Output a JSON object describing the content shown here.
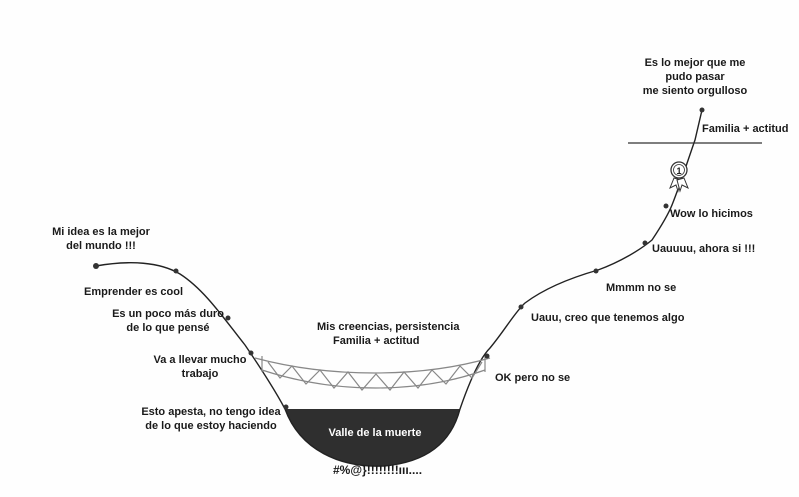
{
  "stages": [
    {
      "id": "s1",
      "lines": [
        "Mi idea es la mejor",
        "del mundo !!!"
      ]
    },
    {
      "id": "s2",
      "lines": [
        "Emprender es cool"
      ]
    },
    {
      "id": "s3",
      "lines": [
        "Es un poco más duro",
        "de lo que pensé"
      ]
    },
    {
      "id": "s4",
      "lines": [
        "Va a llevar mucho",
        "trabajo"
      ]
    },
    {
      "id": "s5",
      "lines": [
        "Esto apesta, no tengo idea",
        "de lo que estoy haciendo"
      ]
    },
    {
      "id": "s6",
      "lines": [
        "OK pero no se"
      ]
    },
    {
      "id": "s7",
      "lines": [
        "Uauu, creo que tenemos algo"
      ]
    },
    {
      "id": "s8",
      "lines": [
        "Mmmm no se"
      ]
    },
    {
      "id": "s9",
      "lines": [
        "Uauuuu, ahora si !!!"
      ]
    },
    {
      "id": "s10",
      "lines": [
        "Wow lo hicimos"
      ]
    },
    {
      "id": "s11",
      "lines": [
        "Es lo mejor que me",
        "pudo pasar",
        "me siento orgulloso"
      ]
    }
  ],
  "bridge_label": [
    "Mis creencias, persistencia",
    "Familia + actitud"
  ],
  "valley_label": "Valle de la muerte",
  "curse_label": "#%@}!!!!!!!!ııı....",
  "top_label": "Familia + actitud",
  "medal_number": "1",
  "colors": {
    "line": "#222222",
    "valley_fill": "#2f2f2f",
    "bridge": "#888888",
    "text": "#1a1a1a"
  }
}
